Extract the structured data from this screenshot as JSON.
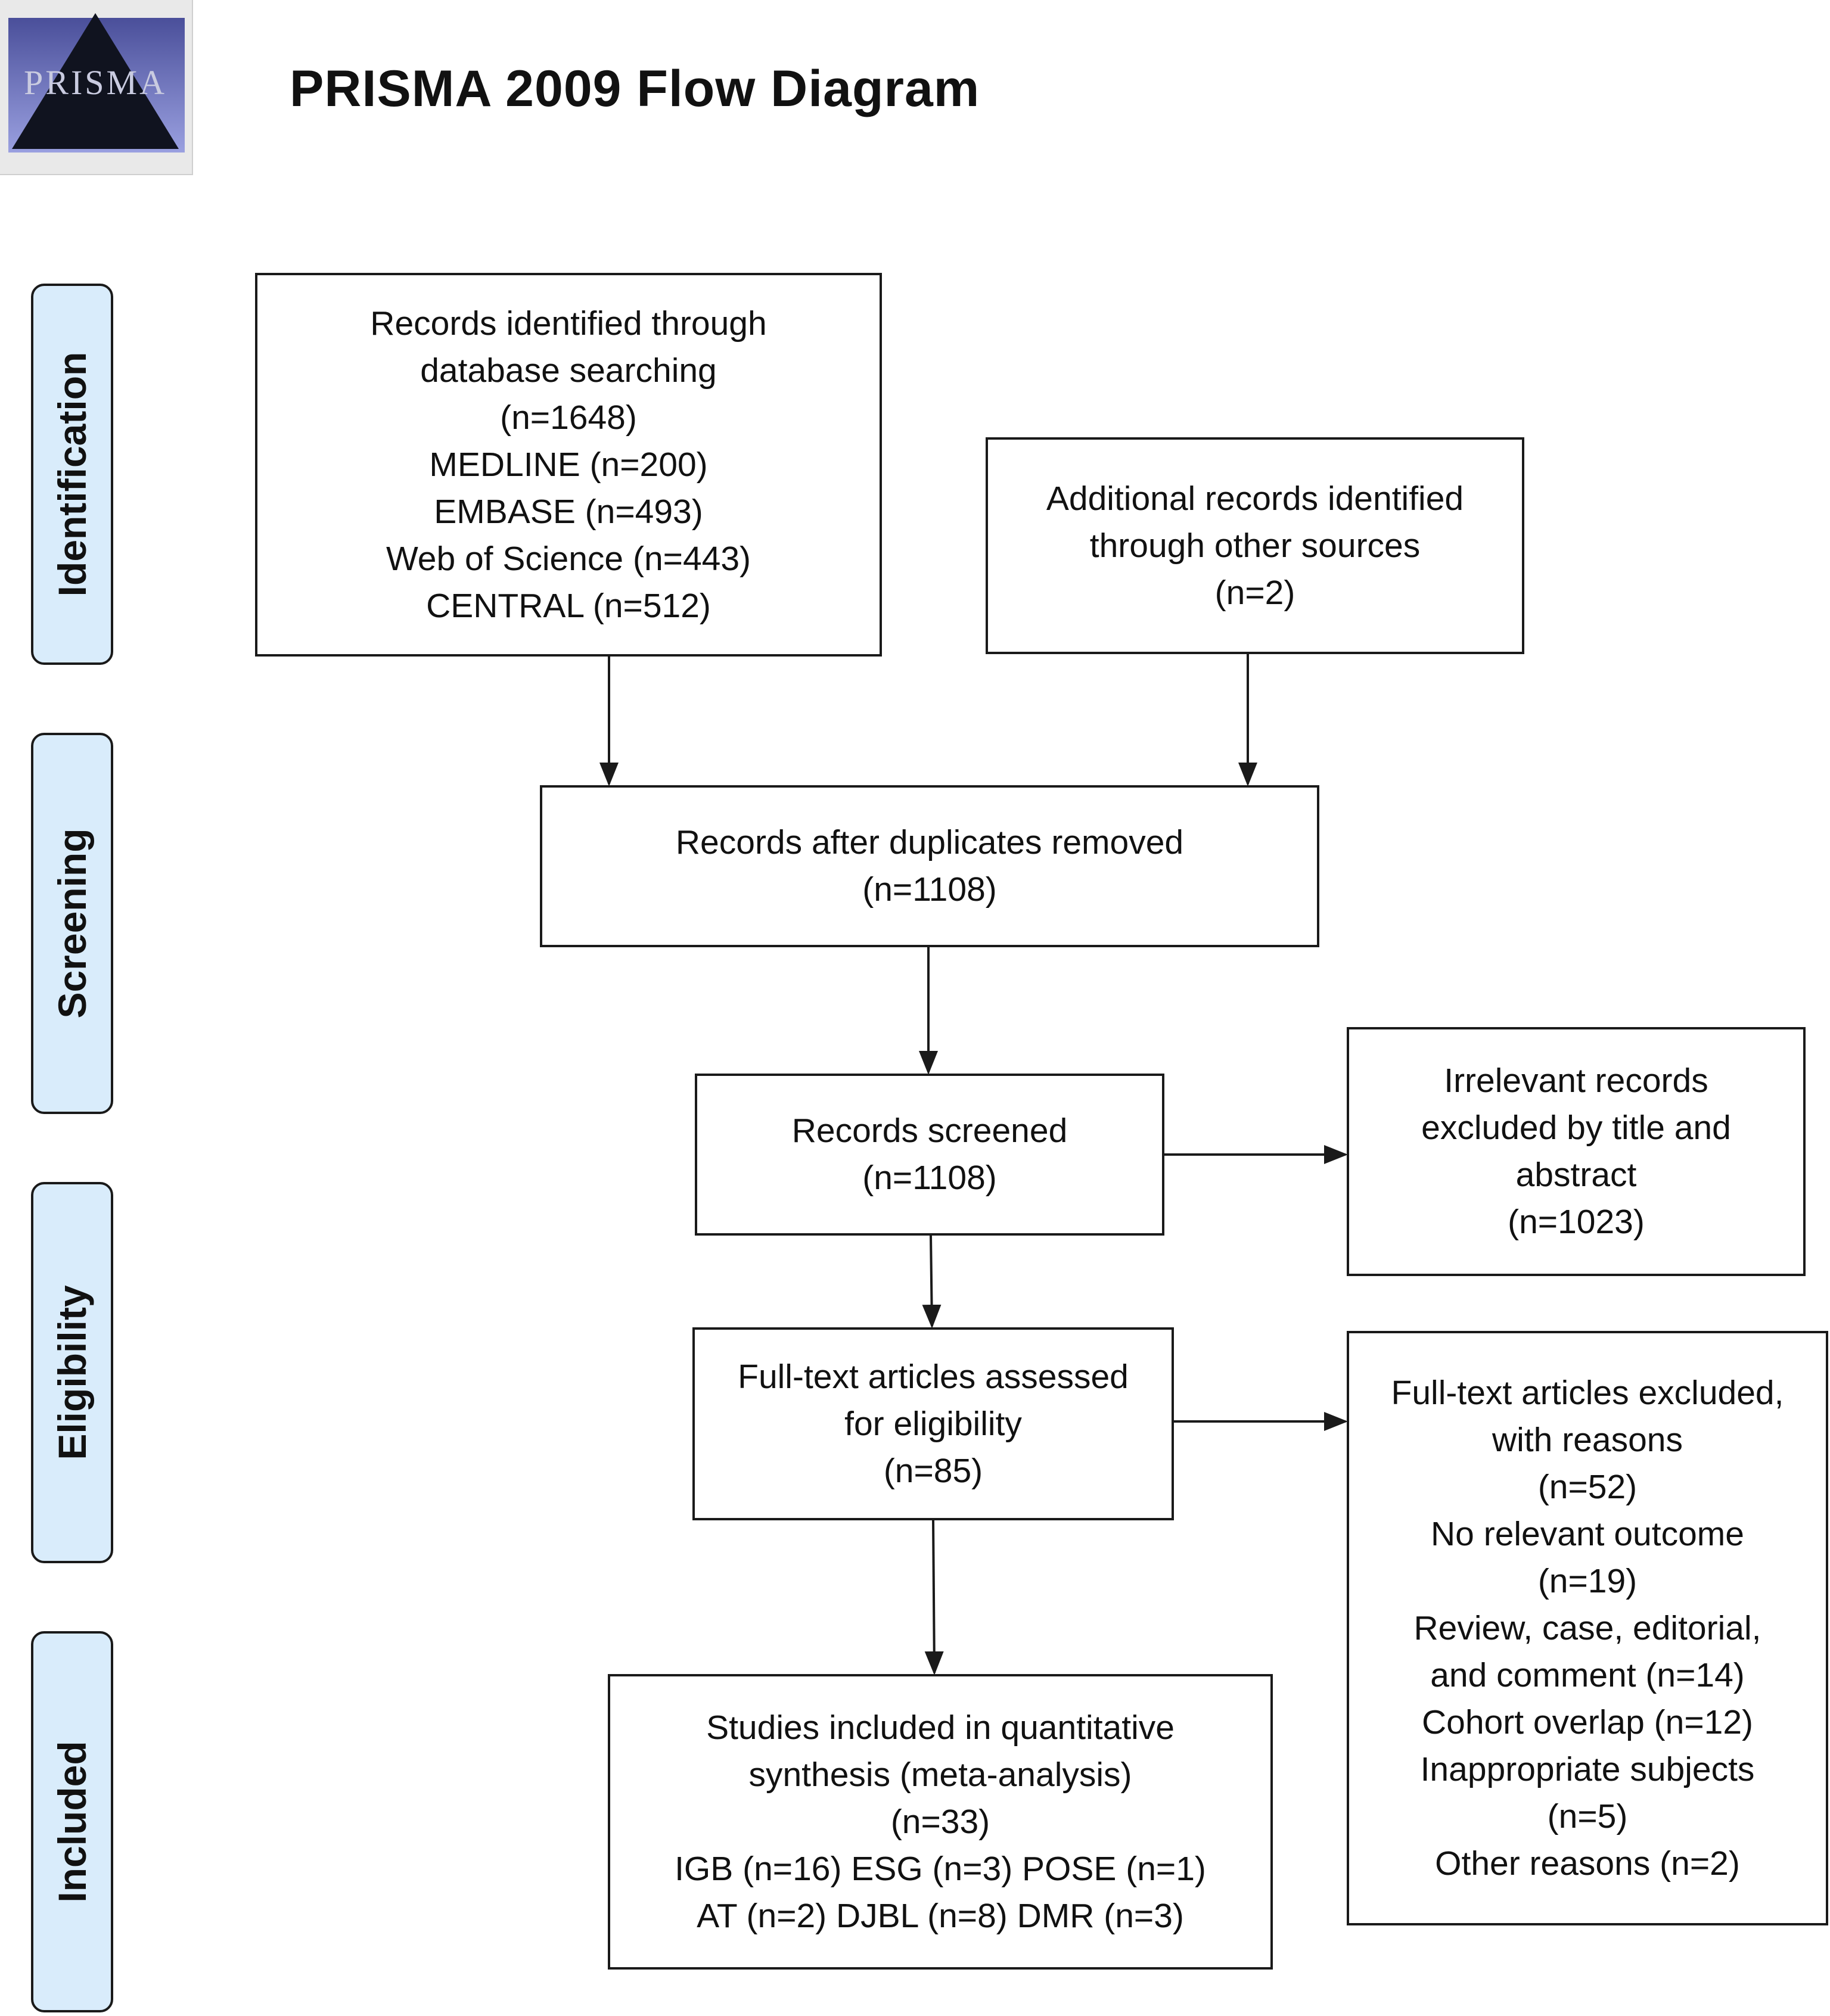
{
  "logo": {
    "text": "PRISMA"
  },
  "title": "PRISMA 2009 Flow Diagram",
  "stages": [
    "Identification",
    "Screening",
    "Eligibility",
    "Included"
  ],
  "boxes": {
    "database_search": [
      "Records identified through",
      "database searching",
      "(n=1648)",
      "MEDLINE (n=200)",
      "EMBASE (n=493)",
      "Web of Science (n=443)",
      "CENTRAL (n=512)"
    ],
    "other_sources": [
      "Additional records identified",
      "through other sources",
      "(n=2)"
    ],
    "duplicates_removed": [
      "Records after duplicates removed",
      "(n=1108)"
    ],
    "screened": [
      "Records screened",
      "(n=1108)"
    ],
    "excluded_title_abstract": [
      "Irrelevant records",
      "excluded by title and",
      "abstract",
      "(n=1023)"
    ],
    "full_text_assessed": [
      "Full-text articles assessed",
      "for eligibility",
      "(n=85)"
    ],
    "full_text_excluded": [
      "Full-text articles excluded,",
      "with reasons",
      "(n=52)",
      "No relevant outcome",
      "(n=19)",
      "Review, case, editorial,",
      "and comment (n=14)",
      "Cohort overlap (n=12)",
      "Inappropriate subjects",
      "(n=5)",
      "Other reasons (n=2)"
    ],
    "included": [
      "Studies included in quantitative",
      "synthesis (meta-analysis)",
      "(n=33)",
      "IGB (n=16) ESG (n=3) POSE (n=1)",
      "AT (n=2) DJBL (n=8) DMR (n=3)"
    ]
  }
}
